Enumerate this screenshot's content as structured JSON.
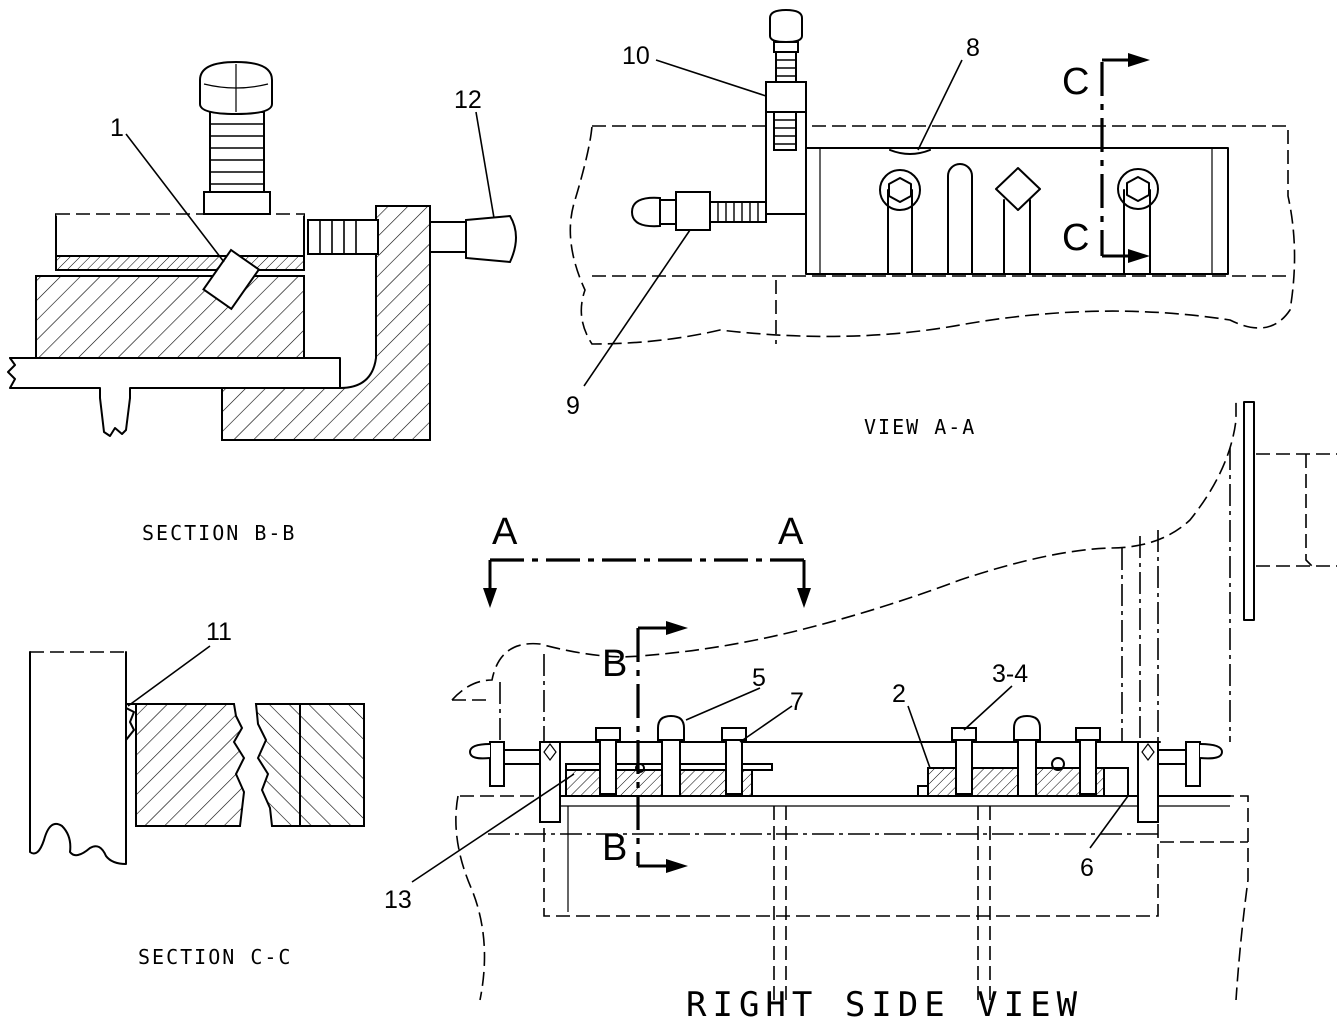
{
  "views": {
    "section_bb": "SECTION B-B",
    "view_aa": "VIEW A-A",
    "section_cc": "SECTION C-C",
    "right_side": "RIGHT SIDE VIEW"
  },
  "callouts": {
    "c1": "1",
    "c2": "2",
    "c34": "3-4",
    "c5": "5",
    "c6": "6",
    "c7": "7",
    "c8": "8",
    "c9": "9",
    "c10": "10",
    "c11": "11",
    "c12": "12",
    "c13": "13"
  },
  "section_letters": {
    "a_left": "A",
    "a_right": "A",
    "b_top": "B",
    "b_bottom": "B",
    "c_top": "C",
    "c_bottom": "C"
  }
}
